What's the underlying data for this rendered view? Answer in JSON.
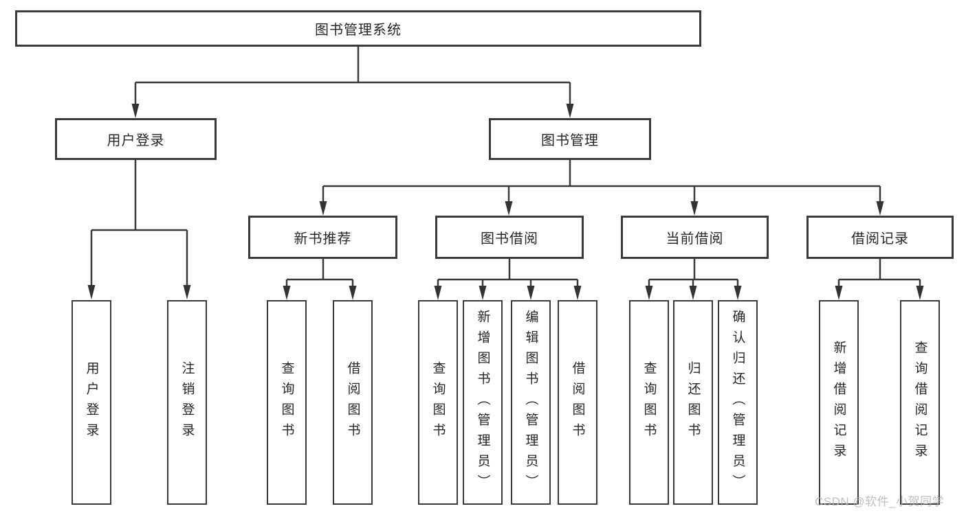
{
  "diagram": {
    "root": {
      "label": "图书管理系统"
    },
    "level2": [
      {
        "id": "user-login",
        "label": "用户登录"
      },
      {
        "id": "book-management",
        "label": "图书管理"
      }
    ],
    "level3": [
      {
        "id": "new-book-recommend",
        "label": "新书推荐"
      },
      {
        "id": "book-borrow",
        "label": "图书借阅"
      },
      {
        "id": "current-borrow",
        "label": "当前借阅"
      },
      {
        "id": "borrow-record",
        "label": "借阅记录"
      }
    ],
    "level4": {
      "user_login": [
        {
          "label": "用户登录"
        },
        {
          "label": "注销登录"
        }
      ],
      "new_book_recommend": [
        {
          "label": "查询图书"
        },
        {
          "label": "借阅图书"
        }
      ],
      "book_borrow": [
        {
          "label": "查询图书"
        },
        {
          "label": "新增图书（管理员）"
        },
        {
          "label": "编辑图书（管理员）"
        },
        {
          "label": "借阅图书"
        }
      ],
      "current_borrow": [
        {
          "label": "查询图书"
        },
        {
          "label": "归还图书"
        },
        {
          "label": "确认归还（管理员）"
        }
      ],
      "borrow_record": [
        {
          "label": "新增借阅记录"
        },
        {
          "label": "查询借阅记录"
        }
      ]
    }
  },
  "watermark": {
    "text": "CSDN @软件_小贺同学"
  },
  "colors": {
    "line": "#3a3a3a",
    "box_border": "#3a3a3a",
    "box_fill": "#ffffff",
    "text": "#262626",
    "watermark": "#b5b5b5",
    "background": "#ffffff"
  }
}
